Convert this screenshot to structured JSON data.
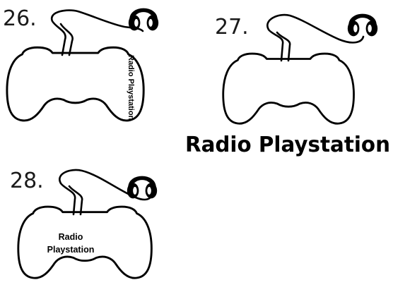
{
  "variants": [
    {
      "number": "26.",
      "label_lines": [
        "Radio Playstation"
      ],
      "label_style": "vertical"
    },
    {
      "number": "27.",
      "label_lines": [
        "Radio Playstation"
      ],
      "label_style": "below"
    },
    {
      "number": "28.",
      "label_lines": [
        "Radio",
        "Playstation"
      ],
      "label_style": "inside"
    }
  ],
  "icons": {
    "headphones": "headphones-icon",
    "controller": "gamepad-icon"
  },
  "colors": {
    "ink": "#000000",
    "background": "#ffffff"
  }
}
